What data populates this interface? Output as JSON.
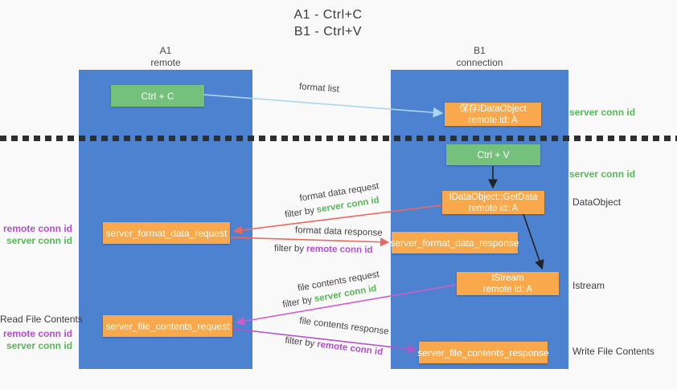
{
  "title": {
    "line1": "A1 - Ctrl+C",
    "line2": "B1 - Ctrl+V"
  },
  "columns": {
    "left": {
      "header_line1": "A1",
      "header_line2": "remote"
    },
    "right": {
      "header_line1": "B1",
      "header_line2": "connection"
    }
  },
  "nodes": {
    "ctrl_c": {
      "label": "Ctrl + C"
    },
    "save_idataobject": {
      "line1": "保存IDataObject",
      "line2": "remote id: A"
    },
    "ctrl_v": {
      "label": "Ctrl + V"
    },
    "getdata": {
      "line1": "IDataObject::GetData",
      "line2": "remote id: A"
    },
    "format_request": {
      "label": "server_format_data_request"
    },
    "format_response": {
      "label": "server_format_data_response"
    },
    "istream": {
      "line1": "IStream",
      "line2": "remote id: A"
    },
    "file_request": {
      "label": "server_file_contents_request"
    },
    "file_response": {
      "label": "server_file_contents_response"
    }
  },
  "edge_labels": {
    "format_list": "format list",
    "format_data_request": "format data request",
    "filter_server_1": {
      "prefix": "filter by",
      "value": "server conn id"
    },
    "format_data_response": "format data response",
    "filter_remote_1": {
      "prefix": "filter by",
      "value": "remote conn id"
    },
    "file_contents_request": "file contents request",
    "filter_server_2": {
      "prefix": "filter by",
      "value": "server conn id"
    },
    "file_contents_response": "file contents response",
    "filter_remote_2": {
      "prefix": "filter by",
      "value": "remote conn id"
    }
  },
  "side_labels": {
    "right_server_conn_1": "server conn id",
    "right_server_conn_2": "server conn id",
    "right_dataobject": "DataObject",
    "right_istream": "Istream",
    "right_write_file": "Write File Contents",
    "left_remote_conn_1": "remote conn id",
    "left_server_conn_1": "server conn id",
    "left_read_file": "Read File Contents",
    "left_remote_conn_2": "remote conn id",
    "left_server_conn_2": "server conn id"
  },
  "colors": {
    "column_blue": "#4d82d1",
    "box_green": "#74c17b",
    "box_orange": "#f9a94b",
    "arrow_light_blue": "#a9d6f2",
    "arrow_red": "#ec685f",
    "arrow_magenta": "#cf5ec9",
    "arrow_purple": "#b455c8",
    "arrow_black": "#222222",
    "text_green": "#57b957",
    "text_purple": "#b34ecf",
    "background": "#f9f9f9"
  }
}
